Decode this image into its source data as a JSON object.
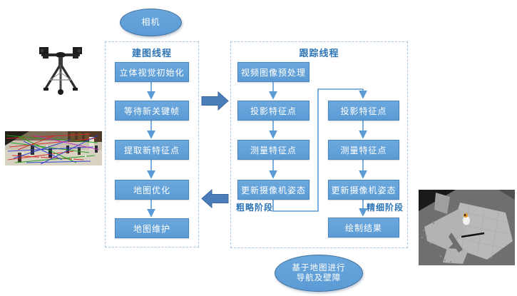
{
  "diagram": {
    "camera_ellipse": {
      "label": "相机"
    },
    "nav_ellipse": {
      "line1": "基于地图进行",
      "line2": "导航及壁障"
    },
    "mapping_panel": {
      "title": "建图线程",
      "steps": [
        "立体视觉初始化",
        "等待新关键帧",
        "提取新特征点",
        "地图优化",
        "地图维护"
      ]
    },
    "tracking_panel": {
      "title": "跟踪线程",
      "preprocess": "视频图像预处理",
      "coarse": {
        "label": "粗略阶段",
        "steps": [
          "投影特征点",
          "测量特征点",
          "更新摄像机姿态"
        ]
      },
      "fine": {
        "label": "精细阶段",
        "steps": [
          "投影特征点",
          "测量特征点",
          "更新摄像机姿态",
          "绘制结果"
        ]
      }
    },
    "icons": {
      "stereo_camera_photo": "stereo-camera-rig-photo",
      "feature_match_photo": "feature-matching-scene-photo",
      "occupancy_map_image": "occupancy-grid-map-image"
    },
    "colors": {
      "box_fill": "#5b9bd5",
      "box_border": "#4a86bd",
      "ellipse_border": "#41719c",
      "panel_dashed_border": "#aac7e2",
      "title_text": "#2e75b6",
      "connector": "#5b9bd5",
      "block_arrow": "#4a7ebb"
    }
  }
}
